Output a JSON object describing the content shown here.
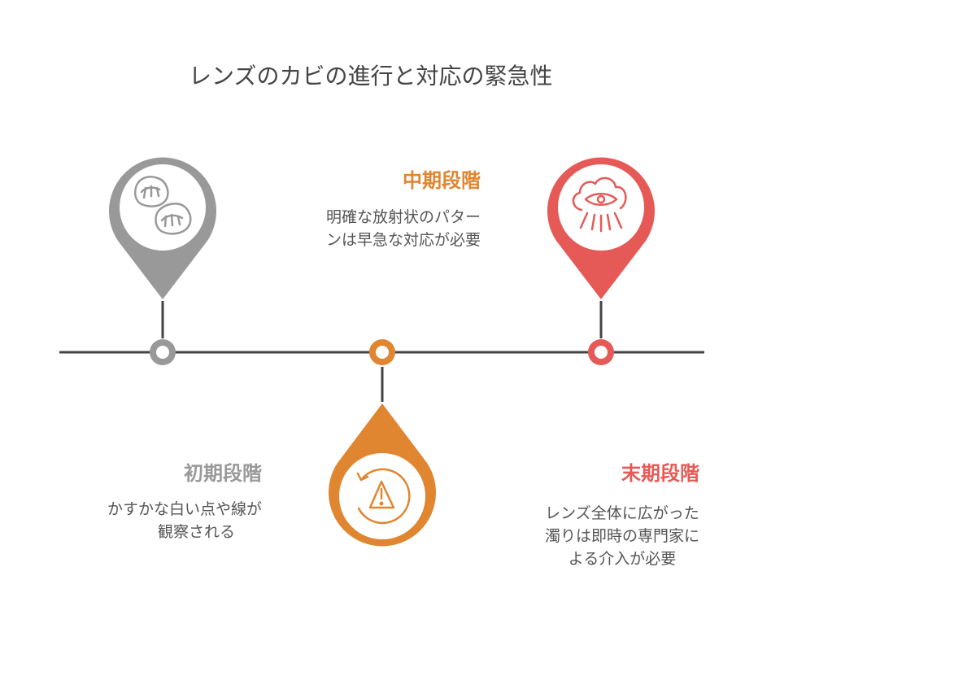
{
  "title": "レンズのカビの進行と対応の緊急性",
  "colors": {
    "early": "#999999",
    "middle": "#e08631",
    "late": "#e55a56",
    "line": "#444444"
  },
  "stages": [
    {
      "name": "初期段階",
      "desc_lines": [
        "かすかな白い点や線が",
        "観察される"
      ],
      "icon": "mold-spots-icon"
    },
    {
      "name": "中期段階",
      "desc_lines": [
        "明確な放射状のパター",
        "ンは早急な対応が必要"
      ],
      "icon": "warning-icon"
    },
    {
      "name": "末期段階",
      "desc_lines": [
        "レンズ全体に広がった",
        "濁りは即時の専門家に",
        "よる介入が必要"
      ],
      "icon": "eye-cloud-icon"
    }
  ]
}
